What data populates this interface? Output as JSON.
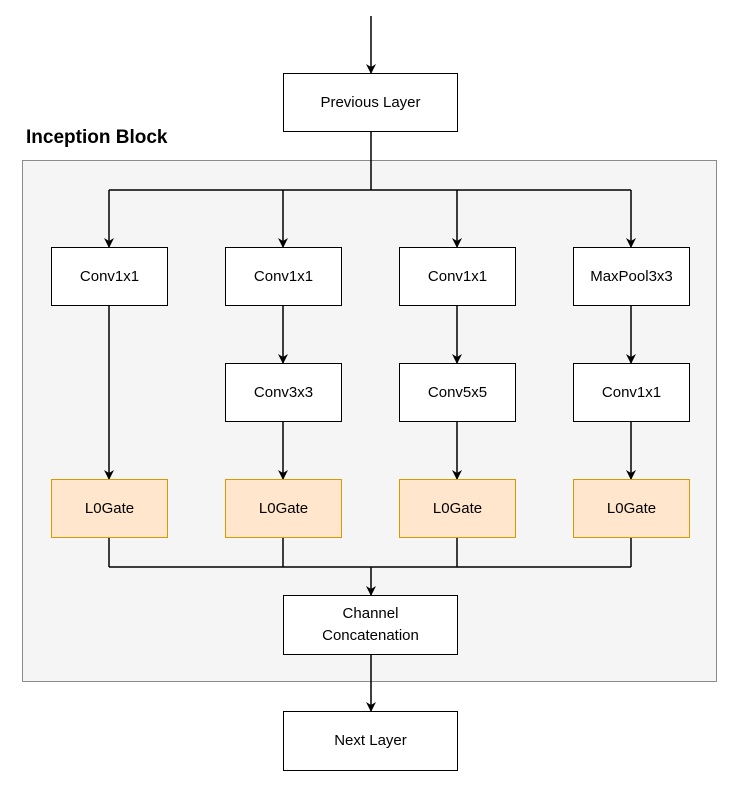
{
  "diagram": {
    "block_label": "Inception Block",
    "nodes": {
      "previous_layer": "Previous Layer",
      "branch1_conv": "Conv1x1",
      "branch2_conv1": "Conv1x1",
      "branch2_conv2": "Conv3x3",
      "branch3_conv1": "Conv1x1",
      "branch3_conv2": "Conv5x5",
      "branch4_pool": "MaxPool3x3",
      "branch4_conv": "Conv1x1",
      "gate1": "L0Gate",
      "gate2": "L0Gate",
      "gate3": "L0Gate",
      "gate4": "L0Gate",
      "concat": "Channel\nConcatenation",
      "next_layer": "Next Layer"
    },
    "colors": {
      "gate_fill": "#ffe6cc",
      "gate_stroke": "#d79b00",
      "block_fill": "#f5f5f5",
      "block_stroke": "#8c8c8c"
    }
  }
}
